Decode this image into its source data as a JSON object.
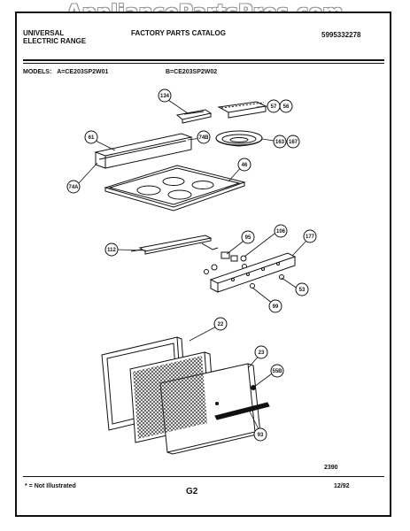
{
  "watermark": "AppliancePartsPros.com",
  "header": {
    "brand_line1": "UNIVERSAL",
    "brand_line2": "ELECTRIC RANGE",
    "catalog_title": "FACTORY PARTS CATALOG",
    "catalog_number": "5995332278"
  },
  "models": {
    "label": "MODELS:",
    "model_a": "A=CE203SP2W01",
    "model_b": "B=CE203SP2W02"
  },
  "callouts": [
    "134",
    "57",
    "56",
    "61",
    "74B",
    "163",
    "167",
    "46",
    "74A",
    "112",
    "95",
    "106",
    "177",
    "53",
    "99",
    "22",
    "23",
    "55B",
    "93"
  ],
  "footer": {
    "note": "* = Not Illustrated",
    "page": "G2",
    "date": "12/92",
    "drawing_number": "2390"
  }
}
